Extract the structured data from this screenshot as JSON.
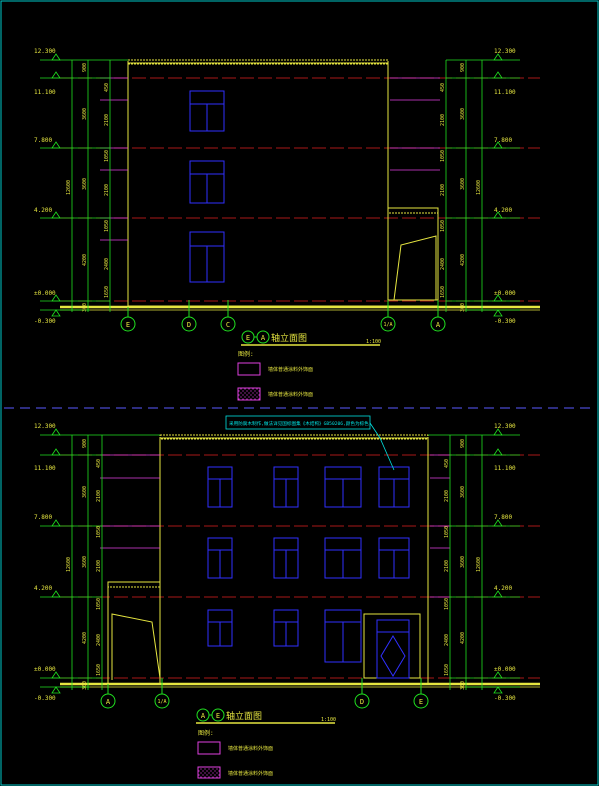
{
  "colors": {
    "background": "#000000",
    "frame": "#00c8c8",
    "building": "#e6e640",
    "window": "#3030ff",
    "level_line": "#e02020",
    "dim": "#20e020",
    "dim_text": "#e6e640",
    "axis": "#20e020",
    "magenta": "#e040e0",
    "note": "#00e0e0"
  },
  "drawing_top": {
    "title_axes": [
      "E",
      "A"
    ],
    "title_suffix": "轴立面图",
    "scale": "1:100",
    "legend_title": "图例:",
    "legend": [
      {
        "icon": "rect-swatch-icon",
        "label": "墙体普通涂料外饰面"
      },
      {
        "icon": "hatch-swatch-icon",
        "label": "墙体普通涂料外饰面"
      }
    ],
    "elevations_left": [
      "12.300",
      "11.100",
      "7.800",
      "4.200",
      "±0.000",
      "-0.300"
    ],
    "elevations_right": [
      "12.300",
      "11.100",
      "7.800",
      "4.200",
      "±0.000",
      "-0.300"
    ],
    "dims_outer": [
      "900",
      "3600",
      "3600",
      "4200",
      "300"
    ],
    "dims_total": "12600",
    "dims_inner": [
      "450",
      "2100",
      "1050",
      "2100",
      "1050",
      "2400",
      "1650"
    ],
    "axes": [
      "E",
      "D",
      "C",
      "1/A",
      "A"
    ]
  },
  "drawing_bottom": {
    "title_axes": [
      "A",
      "E"
    ],
    "title_suffix": "轴立面图",
    "scale": "1:100",
    "note": "采用防腐木制作,做法详见国标图集《木结构》GB50206,颜色为棕色",
    "legend_title": "图例:",
    "legend": [
      {
        "icon": "rect-swatch-icon",
        "label": "墙体普通涂料外饰面"
      },
      {
        "icon": "hatch-swatch-icon",
        "label": "墙体普通涂料外饰面"
      }
    ],
    "elevations_left": [
      "12.300",
      "11.100",
      "7.800",
      "4.200",
      "±0.000",
      "-0.300"
    ],
    "elevations_right": [
      "12.300",
      "11.100",
      "7.800",
      "4.200",
      "±0.000",
      "-0.300"
    ],
    "dims_outer": [
      "900",
      "3600",
      "3600",
      "4200",
      "300"
    ],
    "dims_total": "12600",
    "dims_inner": [
      "450",
      "2100",
      "1050",
      "2100",
      "1050",
      "2400",
      "1650"
    ],
    "axes": [
      "A",
      "1/A",
      "D",
      "E"
    ]
  }
}
